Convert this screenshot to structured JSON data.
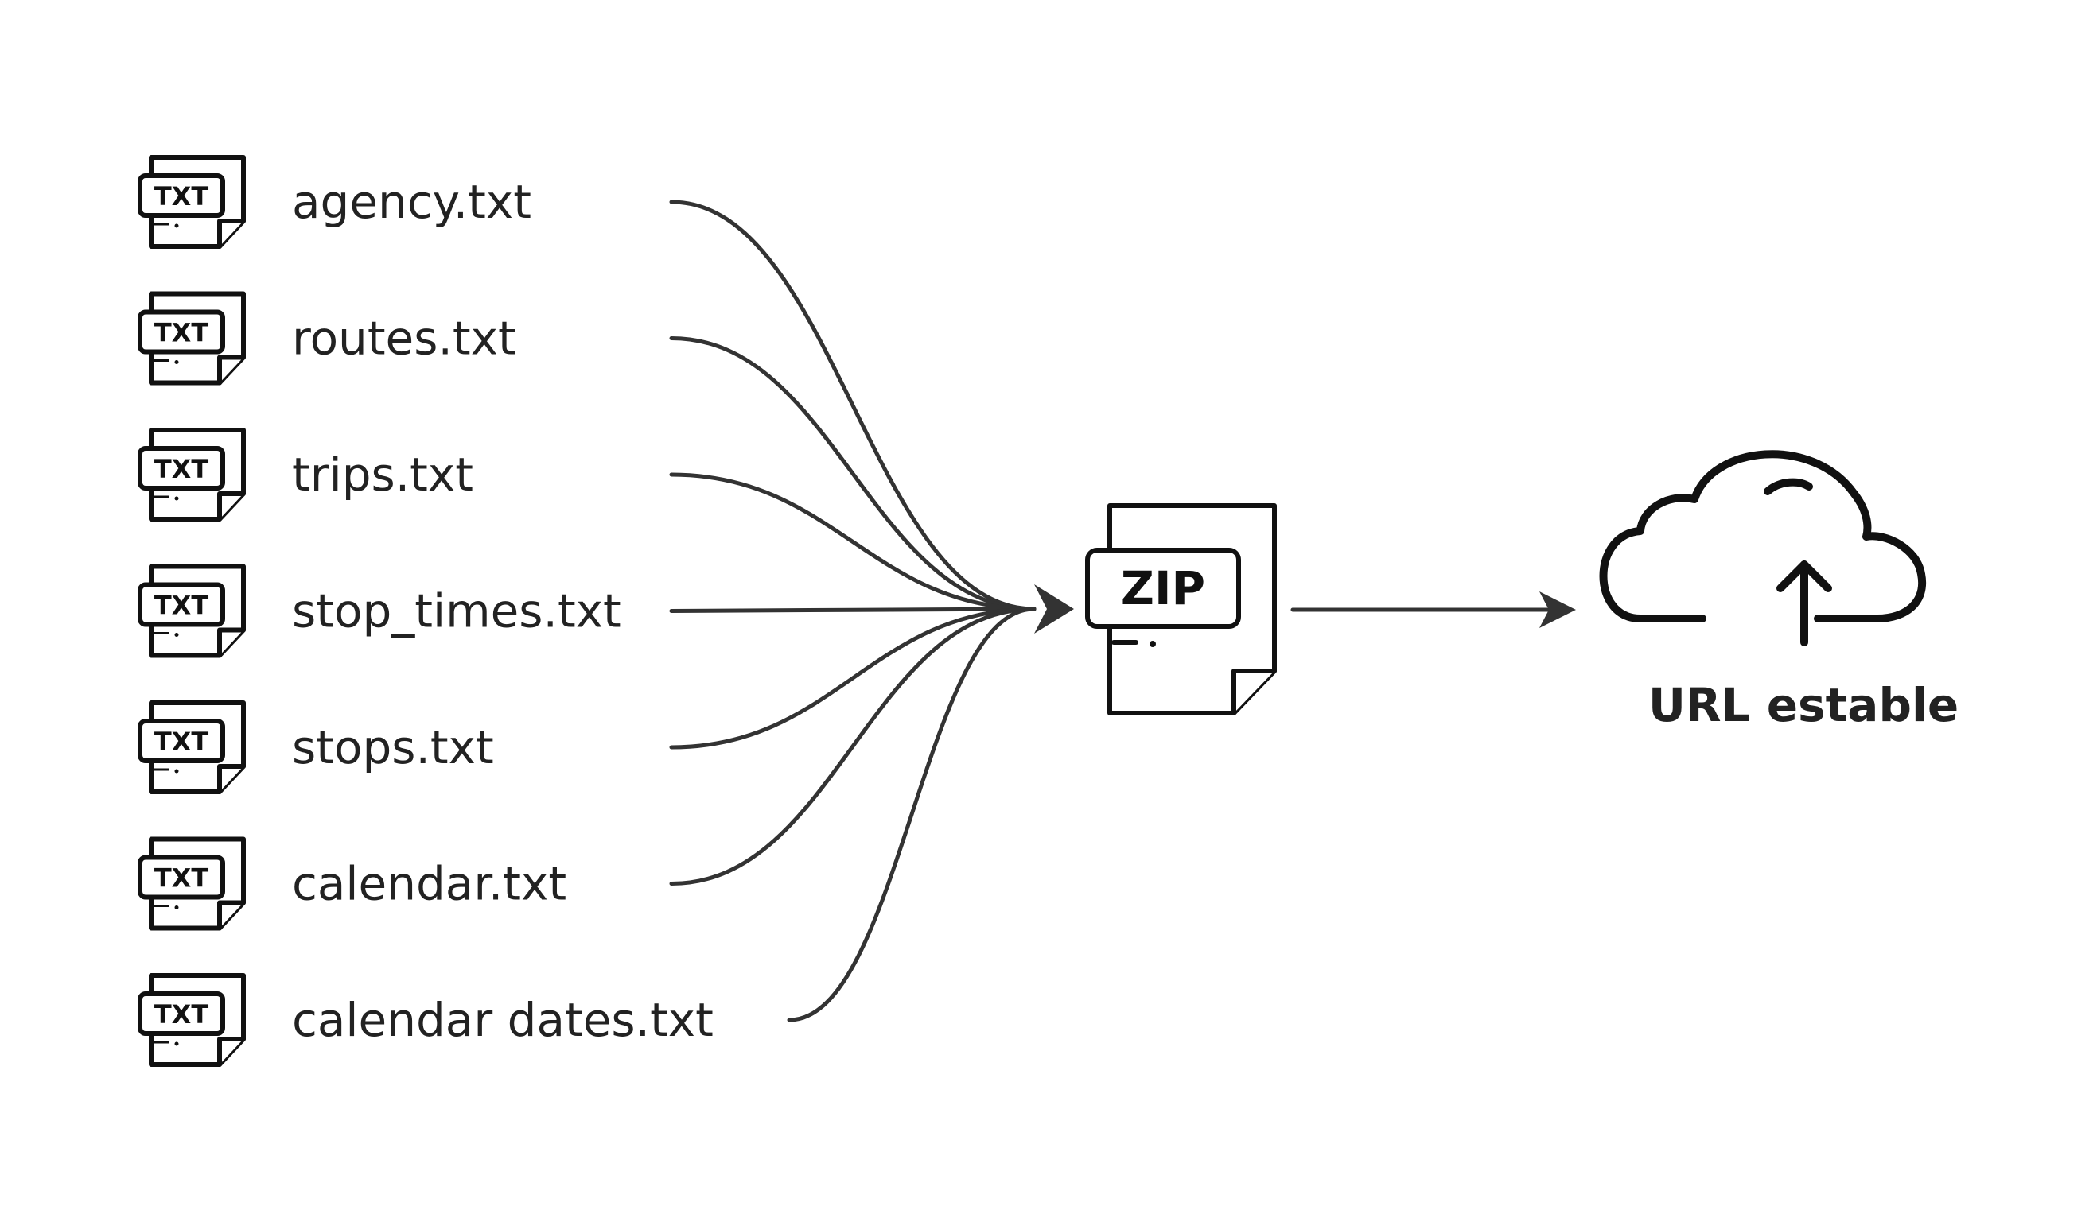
{
  "files": [
    {
      "icon": "txt-file-icon",
      "badge": "TXT",
      "name": "agency.txt"
    },
    {
      "icon": "txt-file-icon",
      "badge": "TXT",
      "name": "routes.txt"
    },
    {
      "icon": "txt-file-icon",
      "badge": "TXT",
      "name": "trips.txt"
    },
    {
      "icon": "txt-file-icon",
      "badge": "TXT",
      "name": "stop_times.txt"
    },
    {
      "icon": "txt-file-icon",
      "badge": "TXT",
      "name": "stops.txt"
    },
    {
      "icon": "txt-file-icon",
      "badge": "TXT",
      "name": "calendar.txt"
    },
    {
      "icon": "txt-file-icon",
      "badge": "TXT",
      "name": "calendar dates.txt"
    }
  ],
  "archive": {
    "icon": "zip-file-icon",
    "badge": "ZIP"
  },
  "destination": {
    "icon": "cloud-upload-icon",
    "label": "URL estable"
  },
  "colors": {
    "line": "#333333",
    "outline": "#111111",
    "text": "#222222",
    "background": "#ffffff"
  }
}
